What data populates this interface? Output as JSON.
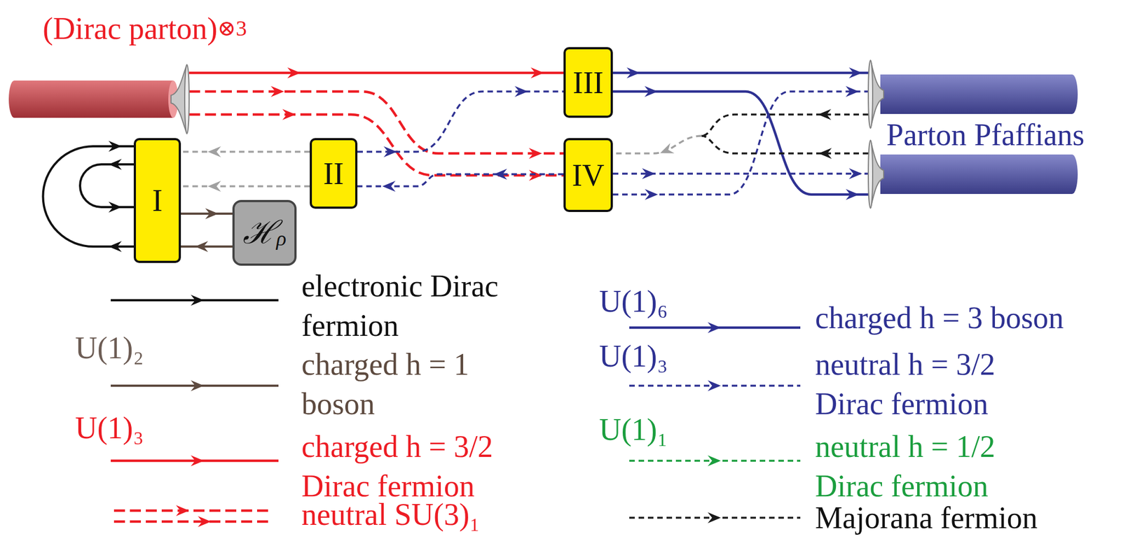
{
  "diagram": {
    "nodes": [
      {
        "text": [
          "(Dirac parton)",
          "⊗3"
        ]
      },
      {
        "text": [
          "I"
        ]
      },
      {
        "text": [
          "ℋ",
          "ρ"
        ]
      },
      {
        "text": [
          "II"
        ]
      },
      {
        "text": [
          "III"
        ]
      },
      {
        "text": [
          "IV"
        ]
      },
      {
        "text": [
          "Parton Pfaffians"
        ]
      }
    ],
    "edges": [
      {
        "from": 0,
        "to": 4,
        "arrow": "to"
      },
      {
        "from": 0,
        "to": 5,
        "arrow": "to"
      },
      {
        "from": 3,
        "to": 4,
        "arrow": "to"
      },
      {
        "from": 4,
        "to": 6,
        "arrow": "to"
      },
      {
        "from": 4,
        "to": 6,
        "arrow": "to"
      },
      {
        "from": 5,
        "to": 6,
        "arrow": "to"
      },
      {
        "from": 5,
        "to": 6,
        "arrow": "to"
      },
      {
        "from": 6,
        "to": 5,
        "arrow": "to"
      },
      {
        "from": 5,
        "to": 3,
        "arrow": "to"
      },
      {
        "from": 3,
        "to": 1,
        "arrow": "to"
      },
      {
        "from": 3,
        "to": 1,
        "arrow": "to"
      },
      {
        "from": 1,
        "to": 2,
        "arrow": "to"
      },
      {
        "from": 2,
        "to": 1,
        "arrow": "to"
      }
    ],
    "labels": [
      "U(1)₂",
      "U(1)₃",
      "U(1)₆",
      "U(1)₃",
      "U(1)₁"
    ],
    "legend": [
      {
        "text": "electronic Dirac fermion"
      },
      {
        "text": "charged h = 1 boson"
      },
      {
        "text": "charged h = 3/2 Dirac fermion"
      },
      {
        "text": "neutral SU(3)₁"
      },
      {
        "text": "charged h = 3 boson"
      },
      {
        "text": "neutral h = 3/2 Dirac fermion"
      },
      {
        "text": "neutral h = 1/2 Dirac fermion"
      },
      {
        "text": "Majorana fermion"
      }
    ]
  }
}
